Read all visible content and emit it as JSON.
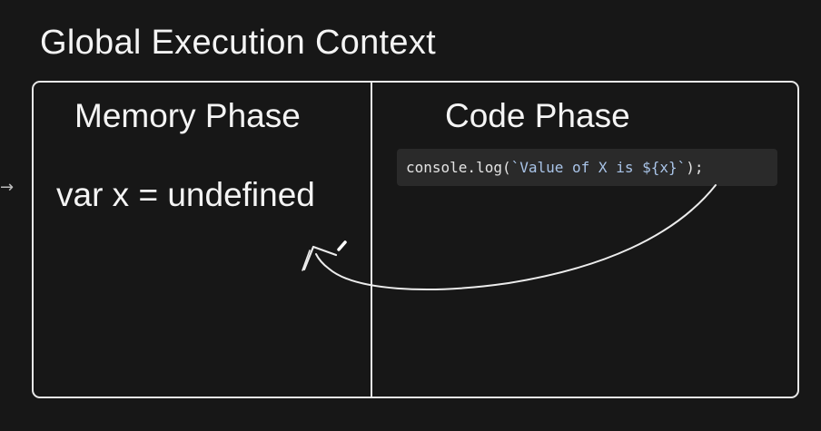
{
  "diagram": {
    "title": "Global Execution Context",
    "memory_phase": {
      "heading": "Memory Phase",
      "entry": "var x = undefined"
    },
    "code_phase": {
      "heading": "Code Phase",
      "code": {
        "prefix": "console.log(",
        "string": "`Value of X is ${x}`",
        "suffix": ");"
      }
    },
    "side_arrow_glyph": "→",
    "colors": {
      "background": "#171717",
      "stroke": "#e8e8e8",
      "code_bg": "#2a2a2a",
      "string": "#a9c4e8"
    }
  }
}
